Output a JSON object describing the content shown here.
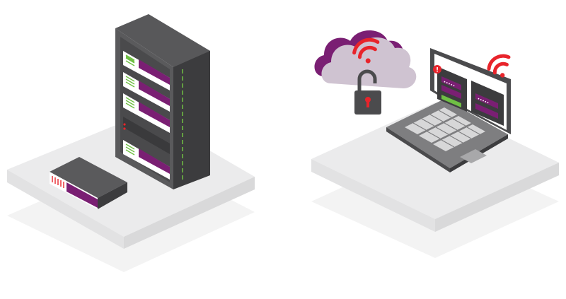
{
  "illustration": {
    "left_scene": {
      "items": [
        "server-rack",
        "network-appliance"
      ]
    },
    "right_scene": {
      "items": [
        "cloud",
        "padlock",
        "laptop",
        "wifi-signal"
      ],
      "laptop_screen": {
        "alert_glyph": "!",
        "password_mask_primary": "•••••",
        "password_mask_secondary": "•••••"
      }
    },
    "icons": [
      "server-rack-icon",
      "network-appliance-icon",
      "cloud-icon",
      "wifi-icon",
      "padlock-icon",
      "laptop-icon",
      "alert-badge-icon"
    ],
    "colors": {
      "brand_purple": "#7a1f73",
      "light_purple": "#cfc3d1",
      "wifi_red": "#e8242b",
      "dark_gray": "#4b4b4d",
      "mid_gray": "#6d6d6f",
      "platform": "#e8e8e9",
      "platform_shadow": "#f2f2f2",
      "green": "#6fbf44"
    }
  }
}
